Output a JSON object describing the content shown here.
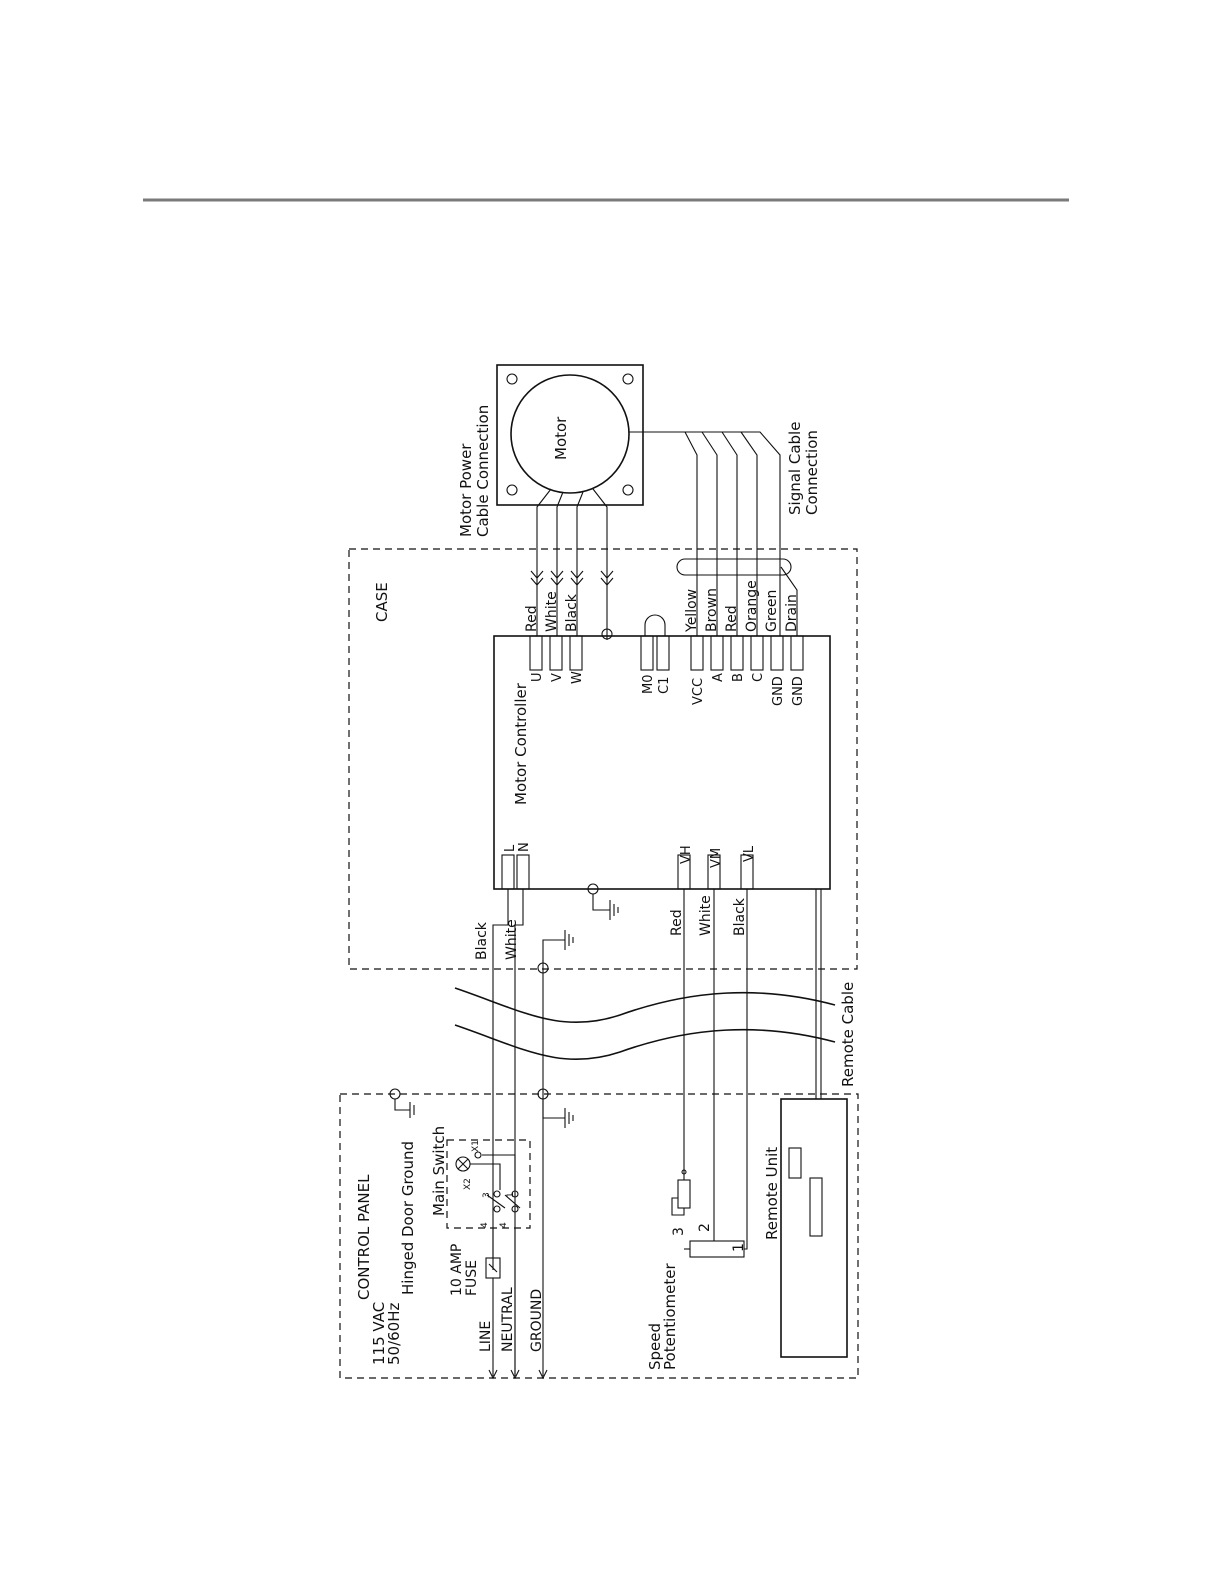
{
  "labels": {
    "motor": "Motor",
    "motor_power_line1": "Motor Power",
    "motor_power_line2": "Cable Connection",
    "signal_cable_line1": "Signal Cable",
    "signal_cable_line2": "Connection",
    "case": "CASE",
    "motor_controller": "Motor Controller",
    "remote_cable": "Remote Cable",
    "control_panel": "CONTROL PANEL",
    "supply_line1": "115 VAC",
    "supply_line2": "50/60Hz",
    "hinged_door_ground": "Hinged Door Ground",
    "main_switch": "Main Switch",
    "fuse_line1": "10 AMP",
    "fuse_line2": "FUSE",
    "line": "LINE",
    "neutral": "NEUTRAL",
    "ground": "GROUND",
    "speed_line1": "Speed",
    "speed_line2": "Potentiometer",
    "remote_unit": "Remote Unit"
  },
  "motor_wires": [
    "Red",
    "White",
    "Black"
  ],
  "motor_terminals": [
    "U",
    "V",
    "W"
  ],
  "mode_terminals": [
    "M0",
    "C1"
  ],
  "signal_wires": [
    "Yellow",
    "Brown",
    "Red",
    "Orange",
    "Green",
    "Drain"
  ],
  "signal_terminals": [
    "VCC",
    "A",
    "B",
    "C",
    "GND",
    "GND"
  ],
  "power_wires": [
    "Black",
    "White"
  ],
  "power_terminals": [
    "L",
    "N"
  ],
  "speed_wires": [
    "Red",
    "White",
    "Black"
  ],
  "speed_terminals": [
    "VH",
    "VM",
    "VL"
  ],
  "switch_terminals": [
    "X1",
    "X2",
    "3",
    "4",
    "1",
    "4"
  ],
  "pot_pins": [
    "1",
    "2",
    "3"
  ]
}
